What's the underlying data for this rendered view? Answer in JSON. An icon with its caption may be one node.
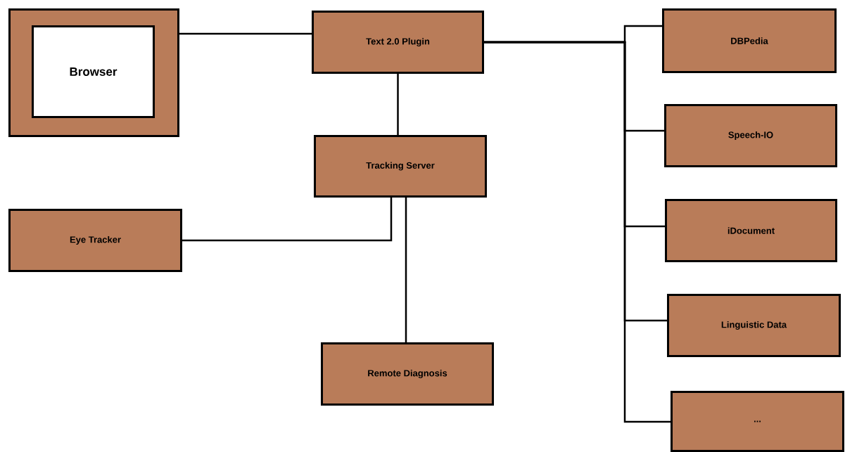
{
  "diagram": {
    "nodes": [
      {
        "text": [],
        "shape": "box"
      },
      {
        "text": [
          "Browser"
        ],
        "in": 0
      },
      {
        "text": [
          "Text 2.0 Plugin"
        ]
      },
      {
        "text": [
          "Tracking Server"
        ]
      },
      {
        "text": [
          "Eye Tracker"
        ]
      },
      {
        "text": [
          "Remote Diagnosis"
        ]
      },
      {
        "text": [
          "DBPedia"
        ]
      },
      {
        "text": [
          "Speech-IO"
        ]
      },
      {
        "text": [
          "iDocument"
        ]
      },
      {
        "text": [
          "Linguistic Data"
        ]
      },
      {
        "text": [
          "..."
        ]
      }
    ],
    "edges": [
      {
        "from": 0,
        "to": 2,
        "arrow": "none"
      },
      {
        "from": 2,
        "to": 3,
        "arrow": "none"
      },
      {
        "from": 3,
        "to": 4,
        "arrow": "none"
      },
      {
        "from": 3,
        "to": 5,
        "arrow": "none"
      },
      {
        "from": 2,
        "to": 6,
        "arrow": "none"
      },
      {
        "from": 2,
        "to": 7,
        "arrow": "none"
      },
      {
        "from": 2,
        "to": 8,
        "arrow": "none"
      },
      {
        "from": 2,
        "to": 9,
        "arrow": "none"
      },
      {
        "from": 2,
        "to": 10,
        "arrow": "none"
      }
    ]
  }
}
